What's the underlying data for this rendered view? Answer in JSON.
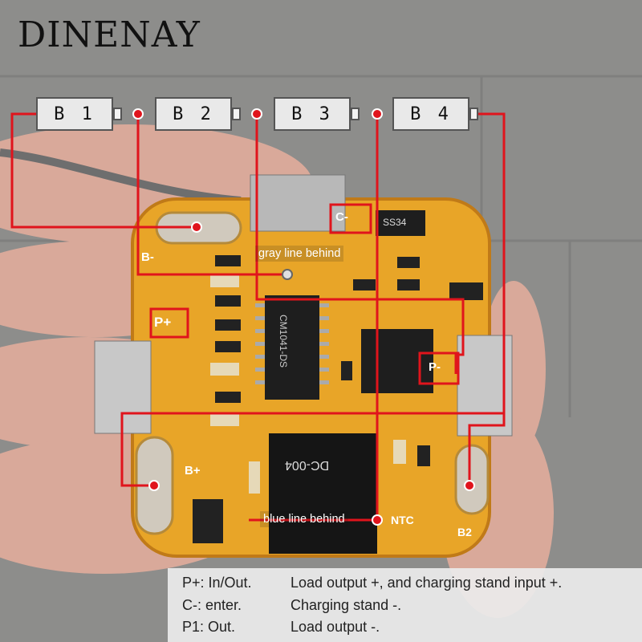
{
  "brand": {
    "logo_text": "DINENAY"
  },
  "cells": [
    {
      "label": "B 1"
    },
    {
      "label": "B 2"
    },
    {
      "label": "B 3"
    },
    {
      "label": "B 4"
    }
  ],
  "callouts": {
    "gray_line": "gray line behind",
    "blue_line": "blue line behind"
  },
  "board_labels": {
    "p_plus": "P+",
    "c_minus": "C-",
    "p_minus": "P-",
    "b_minus": "B-",
    "b_plus": "B+",
    "b2": "B2",
    "chip_text": "CM1041-DS",
    "connector_text": "DC-004",
    "diode_text": "SS34",
    "ntc": "NTC"
  },
  "notes": [
    {
      "key": "P+: In/Out.",
      "value": "Load output +, and charging stand input +."
    },
    {
      "key": "C-: enter.",
      "value": "Charging stand -."
    },
    {
      "key": "P1: Out.",
      "value": "Load output -."
    }
  ],
  "colors": {
    "wire_red": "#e0141c",
    "pcb": "#e8a528",
    "background": "#8a8a88"
  }
}
